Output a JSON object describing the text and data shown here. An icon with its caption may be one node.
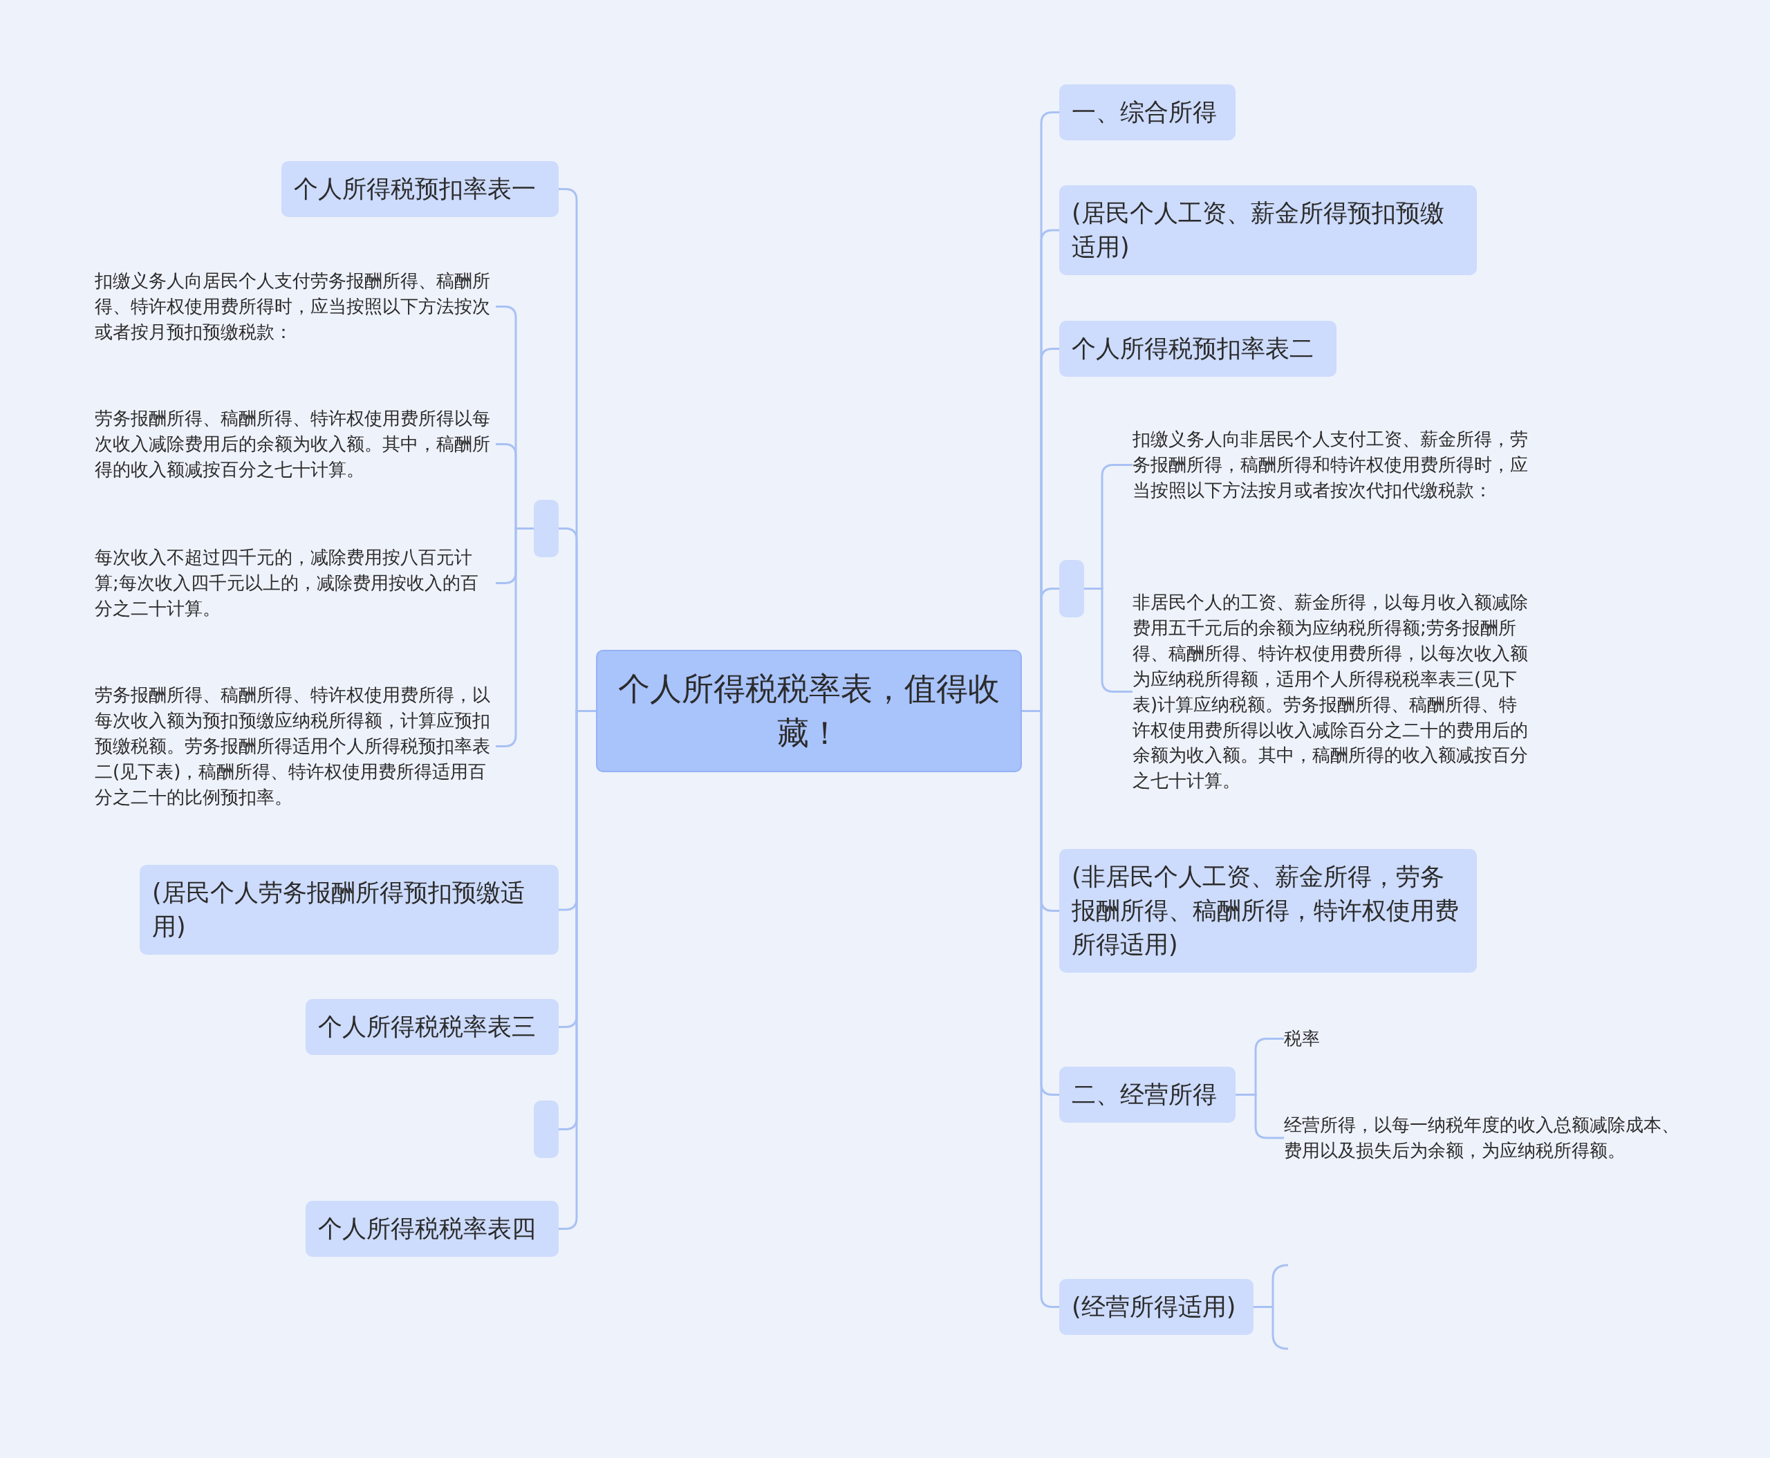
{
  "diagram": {
    "nodes": [
      {
        "text": [
          "个人所得税税率表，值得收藏！"
        ]
      },
      {
        "text": [
          "个人所得税预扣率表一"
        ]
      },
      {
        "text": [],
        "shape": "box"
      },
      {
        "text": [
          "扣缴义务人向居民个人支付劳务报酬所得、稿酬所得、特许权使用费所得时，应当按照以下方法按次或者按月预扣预缴税款："
        ]
      },
      {
        "text": [
          "劳务报酬所得、稿酬所得、特许权使用费所得以每次收入减除费用后的余额为收入额。其中，稿酬所得的收入额减按百分之七十计算。"
        ]
      },
      {
        "text": [
          "每次收入不超过四千元的，减除费用按八百元计算;每次收入四千元以上的，减除费用按收入的百分之二十计算。"
        ]
      },
      {
        "text": [
          "劳务报酬所得、稿酬所得、特许权使用费所得，以每次收入额为预扣预缴应纳税所得额，计算应预扣预缴税额。劳务报酬所得适用个人所得税预扣率表二(见下表)，稿酬所得、特许权使用费所得适用百分之二十的比例预扣率。"
        ]
      },
      {
        "text": [
          "(居民个人劳务报酬所得预扣预缴适用)"
        ]
      },
      {
        "text": [
          "个人所得税税率表三"
        ]
      },
      {
        "text": [],
        "shape": "box"
      },
      {
        "text": [
          "个人所得税税率表四"
        ]
      },
      {
        "text": [
          "一、综合所得"
        ]
      },
      {
        "text": [
          "(居民个人工资、薪金所得预扣预缴适用)"
        ]
      },
      {
        "text": [
          "个人所得税预扣率表二"
        ]
      },
      {
        "text": [],
        "shape": "box"
      },
      {
        "text": [
          "扣缴义务人向非居民个人支付工资、薪金所得，劳务报酬所得，稿酬所得和特许权使用费所得时，应当按照以下方法按月或者按次代扣代缴税款："
        ]
      },
      {
        "text": [
          "非居民个人的工资、薪金所得，以每月收入额减除费用五千元后的余额为应纳税所得额;劳务报酬所得、稿酬所得、特许权使用费所得，以每次收入额为应纳税所得额，适用个人所得税税率表三(见下表)计算应纳税额。劳务报酬所得、稿酬所得、特许权使用费所得以收入减除百分之二十的费用后的余额为收入额。其中，稿酬所得的收入额减按百分之七十计算。"
        ]
      },
      {
        "text": [
          "(非居民个人工资、薪金所得，劳务报酬所得、稿酬所得，特许权使用费所得适用)"
        ]
      },
      {
        "text": [
          "二、经营所得"
        ]
      },
      {
        "text": [
          "税率"
        ]
      },
      {
        "text": [
          "经营所得，以每一纳税年度的收入总额减除成本、费用以及损失后为余额，为应纳税所得额。"
        ]
      },
      {
        "text": [
          "(经营所得适用)"
        ]
      }
    ],
    "edges": [
      {
        "from": 0,
        "to": 1,
        "arrow": "none"
      },
      {
        "from": 0,
        "to": 2,
        "arrow": "none"
      },
      {
        "from": 2,
        "to": 3,
        "arrow": "none"
      },
      {
        "from": 2,
        "to": 4,
        "arrow": "none"
      },
      {
        "from": 2,
        "to": 5,
        "arrow": "none"
      },
      {
        "from": 2,
        "to": 6,
        "arrow": "none"
      },
      {
        "from": 0,
        "to": 7,
        "arrow": "none"
      },
      {
        "from": 0,
        "to": 8,
        "arrow": "none"
      },
      {
        "from": 0,
        "to": 9,
        "arrow": "none"
      },
      {
        "from": 0,
        "to": 10,
        "arrow": "none"
      },
      {
        "from": 0,
        "to": 11,
        "arrow": "none"
      },
      {
        "from": 0,
        "to": 12,
        "arrow": "none"
      },
      {
        "from": 0,
        "to": 13,
        "arrow": "none"
      },
      {
        "from": 0,
        "to": 14,
        "arrow": "none"
      },
      {
        "from": 14,
        "to": 15,
        "arrow": "none"
      },
      {
        "from": 14,
        "to": 16,
        "arrow": "none"
      },
      {
        "from": 0,
        "to": 17,
        "arrow": "none"
      },
      {
        "from": 0,
        "to": 18,
        "arrow": "none"
      },
      {
        "from": 18,
        "to": 19,
        "arrow": "none"
      },
      {
        "from": 18,
        "to": 20,
        "arrow": "none"
      },
      {
        "from": 0,
        "to": 21,
        "arrow": "none"
      }
    ]
  }
}
